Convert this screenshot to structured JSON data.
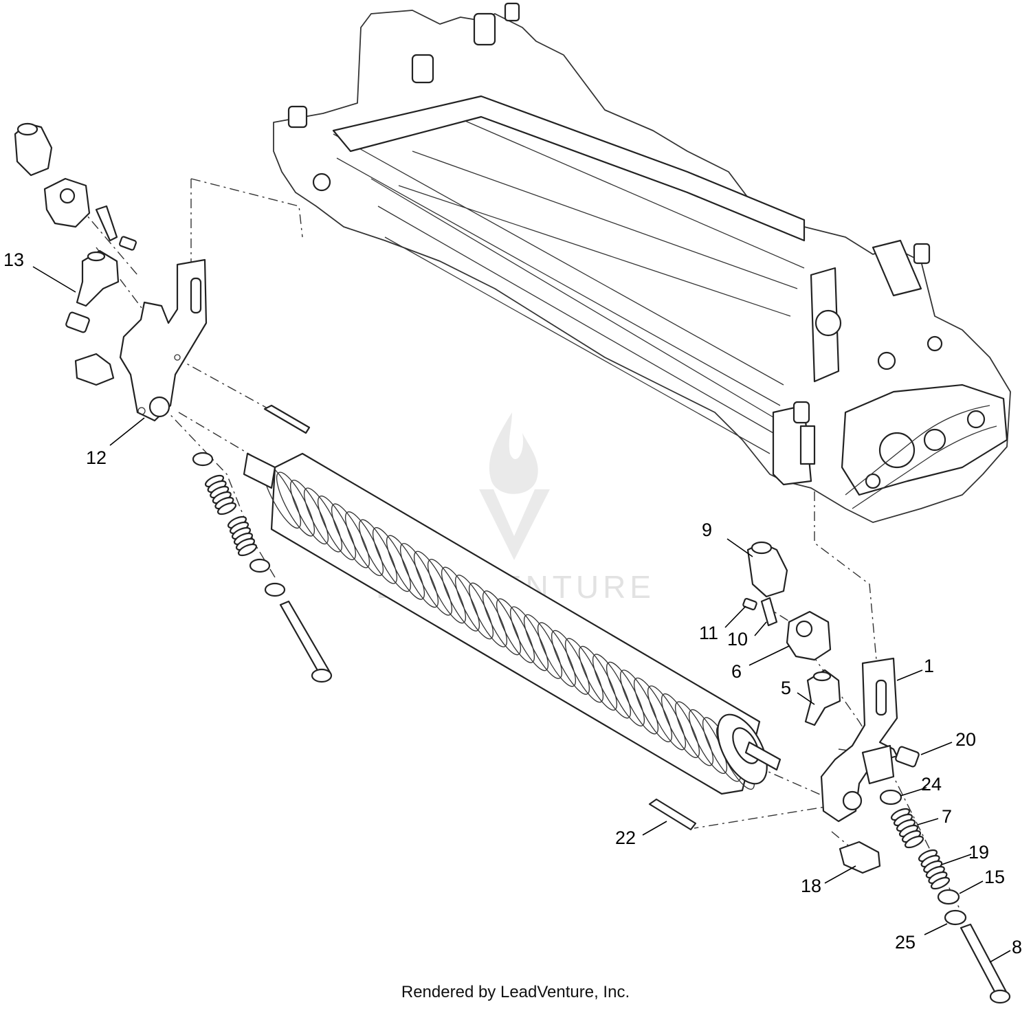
{
  "watermark": {
    "text": "LEADVENTURE"
  },
  "footer": {
    "text": "Rendered by LeadVenture, Inc."
  },
  "callouts": {
    "c1": "1",
    "c5": "5",
    "c6": "6",
    "c7": "7",
    "c8": "8",
    "c9": "9",
    "c10": "10",
    "c11": "11",
    "c12": "12",
    "c13": "13",
    "c15": "15",
    "c18": "18",
    "c19": "19",
    "c20": "20",
    "c22": "22",
    "c24": "24",
    "c25": "25"
  }
}
